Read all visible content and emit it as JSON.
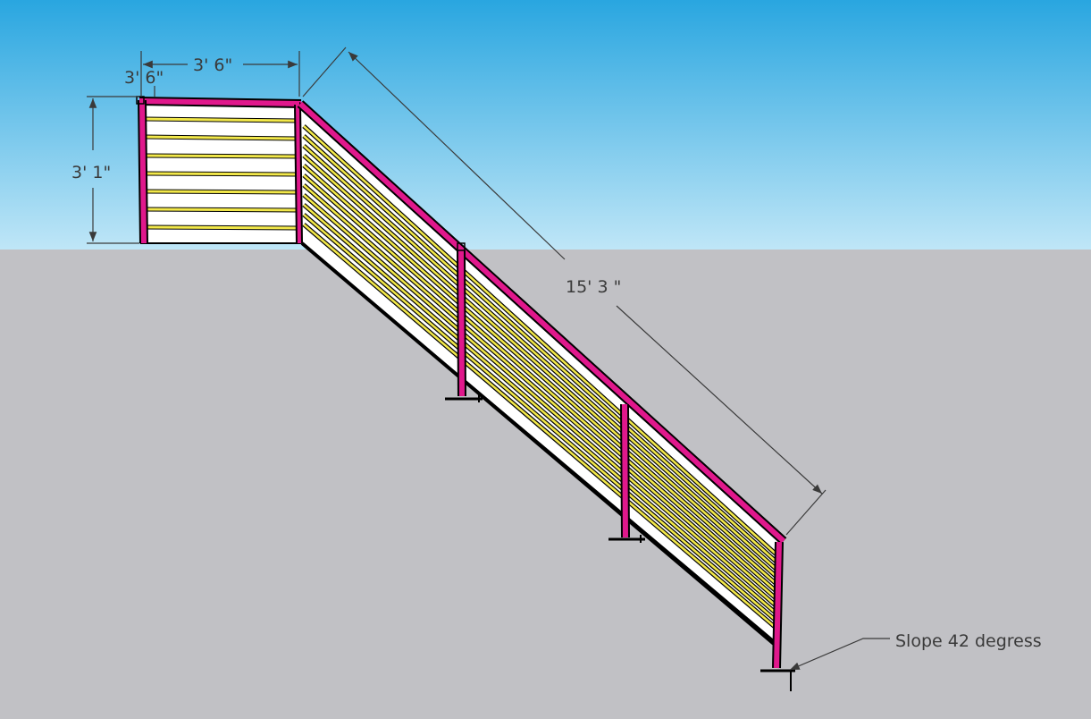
{
  "colors": {
    "sky_top": "#29a6e0",
    "sky_bottom": "#bfe6f7",
    "ground": "#c1c1c5",
    "rail": "#e0188c",
    "cable": "#f2e84a",
    "panel": "#ffffff",
    "outline": "#000000",
    "dimension": "#3a3a3a"
  },
  "dimensions": {
    "landing_width_left": "3' 6\"",
    "landing_width_top": "3' 6\"",
    "landing_height": "3' 1\"",
    "stair_run_length": "15' 3 \""
  },
  "annotation": {
    "slope": "Slope 42 degress"
  }
}
